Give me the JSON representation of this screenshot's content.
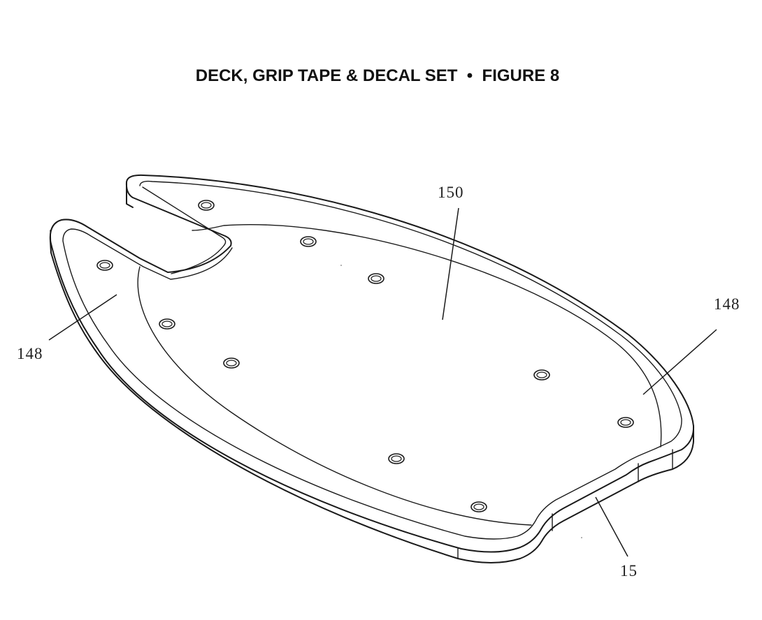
{
  "figure": {
    "title": "DECK, GRIP TAPE & DECAL SET  •  FIGURE 8",
    "callouts": {
      "grip_tape": "150",
      "decal_left": "148",
      "decal_right": "148",
      "deck": "15"
    }
  }
}
